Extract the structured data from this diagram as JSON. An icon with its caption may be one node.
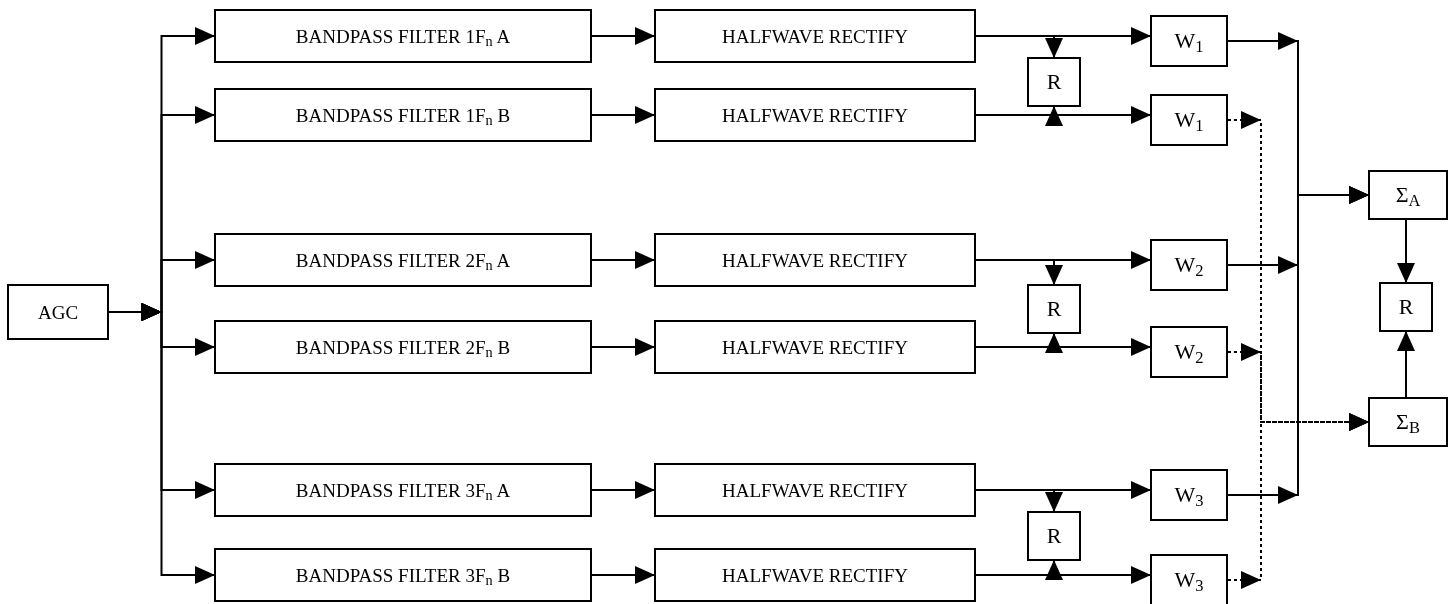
{
  "diagram": {
    "nodes": [
      {
        "text": [
          "AGC"
        ]
      },
      {
        "text": [
          "BANDPASS FILTER 1F$_{n}$ A"
        ]
      },
      {
        "text": [
          "BANDPASS FILTER 1F$_{n}$ B"
        ]
      },
      {
        "text": [
          "BANDPASS FILTER 2F$_{n}$ A"
        ]
      },
      {
        "text": [
          "BANDPASS FILTER 2F$_{n}$ B"
        ]
      },
      {
        "text": [
          "BANDPASS FILTER 3F$_{n}$ A"
        ]
      },
      {
        "text": [
          "BANDPASS FILTER 3F$_{n}$ B"
        ]
      },
      {
        "text": [
          "HALFWAVE RECTIFY"
        ]
      },
      {
        "text": [
          "HALFWAVE RECTIFY"
        ]
      },
      {
        "text": [
          "HALFWAVE RECTIFY"
        ]
      },
      {
        "text": [
          "HALFWAVE RECTIFY"
        ]
      },
      {
        "text": [
          "HALFWAVE RECTIFY"
        ]
      },
      {
        "text": [
          "HALFWAVE RECTIFY"
        ]
      },
      {
        "text": [
          "R"
        ]
      },
      {
        "text": [
          "R"
        ]
      },
      {
        "text": [
          "R"
        ]
      },
      {
        "text": [
          "W$_{1}$"
        ]
      },
      {
        "text": [
          "W$_{1}$"
        ]
      },
      {
        "text": [
          "W$_{2}$"
        ]
      },
      {
        "text": [
          "W$_{2}$"
        ]
      },
      {
        "text": [
          "W$_{3}$"
        ]
      },
      {
        "text": [
          "W$_{3}$"
        ]
      },
      {
        "text": [
          "Σ$_{A}$"
        ]
      },
      {
        "text": [
          "R"
        ]
      },
      {
        "text": [
          "Σ$_{B}$"
        ]
      }
    ],
    "edges": [
      {
        "from": 0,
        "to": 1,
        "arrow": "to"
      },
      {
        "from": 0,
        "to": 2,
        "arrow": "to"
      },
      {
        "from": 0,
        "to": 3,
        "arrow": "to"
      },
      {
        "from": 0,
        "to": 4,
        "arrow": "to"
      },
      {
        "from": 0,
        "to": 5,
        "arrow": "to"
      },
      {
        "from": 0,
        "to": 6,
        "arrow": "to"
      },
      {
        "from": 1,
        "to": 7,
        "arrow": "to"
      },
      {
        "from": 2,
        "to": 8,
        "arrow": "to"
      },
      {
        "from": 3,
        "to": 9,
        "arrow": "to"
      },
      {
        "from": 4,
        "to": 10,
        "arrow": "to"
      },
      {
        "from": 5,
        "to": 11,
        "arrow": "to"
      },
      {
        "from": 6,
        "to": 12,
        "arrow": "to"
      },
      {
        "from": 7,
        "to": 16,
        "arrow": "to"
      },
      {
        "from": 8,
        "to": 17,
        "arrow": "to"
      },
      {
        "from": 9,
        "to": 18,
        "arrow": "to"
      },
      {
        "from": 10,
        "to": 19,
        "arrow": "to"
      },
      {
        "from": 11,
        "to": 20,
        "arrow": "to"
      },
      {
        "from": 12,
        "to": 21,
        "arrow": "to"
      },
      {
        "from": 7,
        "to": 13,
        "arrow": "to"
      },
      {
        "from": 8,
        "to": 13,
        "arrow": "to"
      },
      {
        "from": 9,
        "to": 14,
        "arrow": "to"
      },
      {
        "from": 10,
        "to": 14,
        "arrow": "to"
      },
      {
        "from": 11,
        "to": 15,
        "arrow": "to"
      },
      {
        "from": 12,
        "to": 15,
        "arrow": "to"
      },
      {
        "from": 16,
        "to": 22,
        "arrow": "to"
      },
      {
        "from": 18,
        "to": 22,
        "arrow": "to"
      },
      {
        "from": 20,
        "to": 22,
        "arrow": "to"
      },
      {
        "from": 17,
        "to": 24,
        "arrow": "to",
        "style": "dashed"
      },
      {
        "from": 19,
        "to": 24,
        "arrow": "to",
        "style": "dashed"
      },
      {
        "from": 21,
        "to": 24,
        "arrow": "to",
        "style": "dashed"
      },
      {
        "from": 22,
        "to": 23,
        "arrow": "to"
      },
      {
        "from": 24,
        "to": 23,
        "arrow": "to"
      }
    ]
  }
}
